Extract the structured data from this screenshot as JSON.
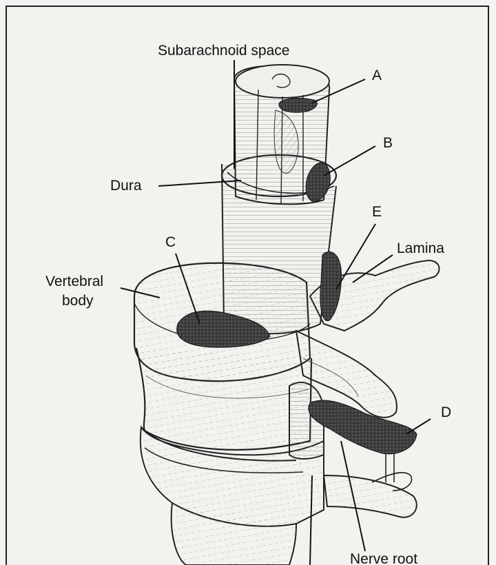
{
  "figure": {
    "labels": {
      "subarachnoid_space": "Subarachnoid space",
      "a": "A",
      "b": "B",
      "dura": "Dura",
      "e": "E",
      "c": "C",
      "lamina": "Lamina",
      "vertebral_body_line1": "Vertebral",
      "vertebral_body_line2": "body",
      "d": "D",
      "nerve_root": "Nerve root"
    }
  }
}
